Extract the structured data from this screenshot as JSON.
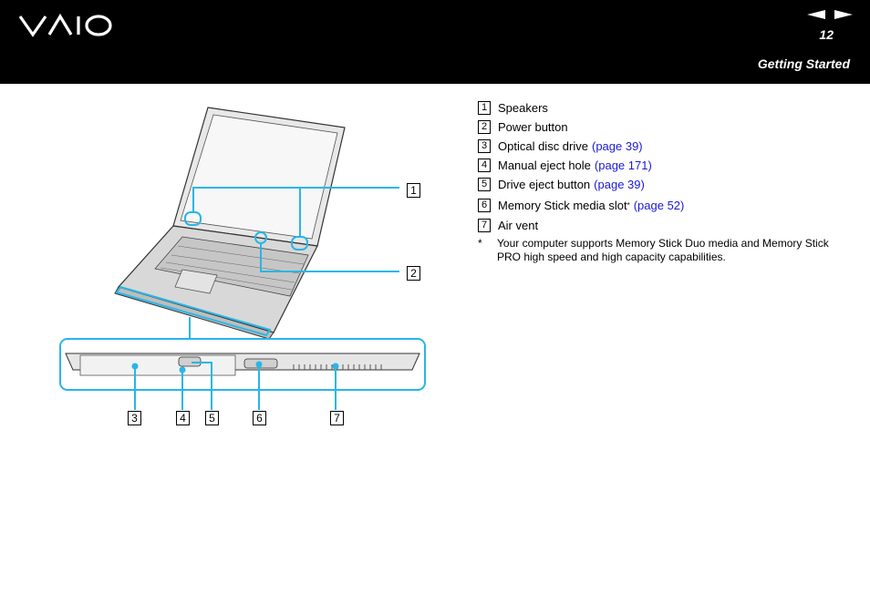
{
  "header": {
    "logo_text": "VAIO",
    "page_number": "12",
    "section_title": "Getting Started",
    "prev_icon": "left-arrow-icon",
    "next_icon": "right-arrow-icon"
  },
  "figure": {
    "callouts": [
      "1",
      "2",
      "3",
      "4",
      "5",
      "6",
      "7"
    ]
  },
  "legend": {
    "items": [
      {
        "num": "1",
        "label": "Speakers",
        "link": ""
      },
      {
        "num": "2",
        "label": "Power button",
        "link": ""
      },
      {
        "num": "3",
        "label": "Optical disc drive",
        "link": "(page 39)"
      },
      {
        "num": "4",
        "label": "Manual eject hole",
        "link": "(page 171)"
      },
      {
        "num": "5",
        "label": "Drive eject button",
        "link": "(page 39)"
      },
      {
        "num": "6",
        "label": "Memory Stick media slot",
        "sup": "*",
        "link": "(page 52)"
      },
      {
        "num": "7",
        "label": "Air vent",
        "link": ""
      }
    ],
    "note_marker": "*",
    "note_text": "Your computer supports Memory Stick Duo media and Memory Stick PRO high speed and high capacity capabilities."
  },
  "colors": {
    "header_bg": "#000000",
    "link": "#1a1ad6",
    "callout_line": "#29b6e6"
  }
}
